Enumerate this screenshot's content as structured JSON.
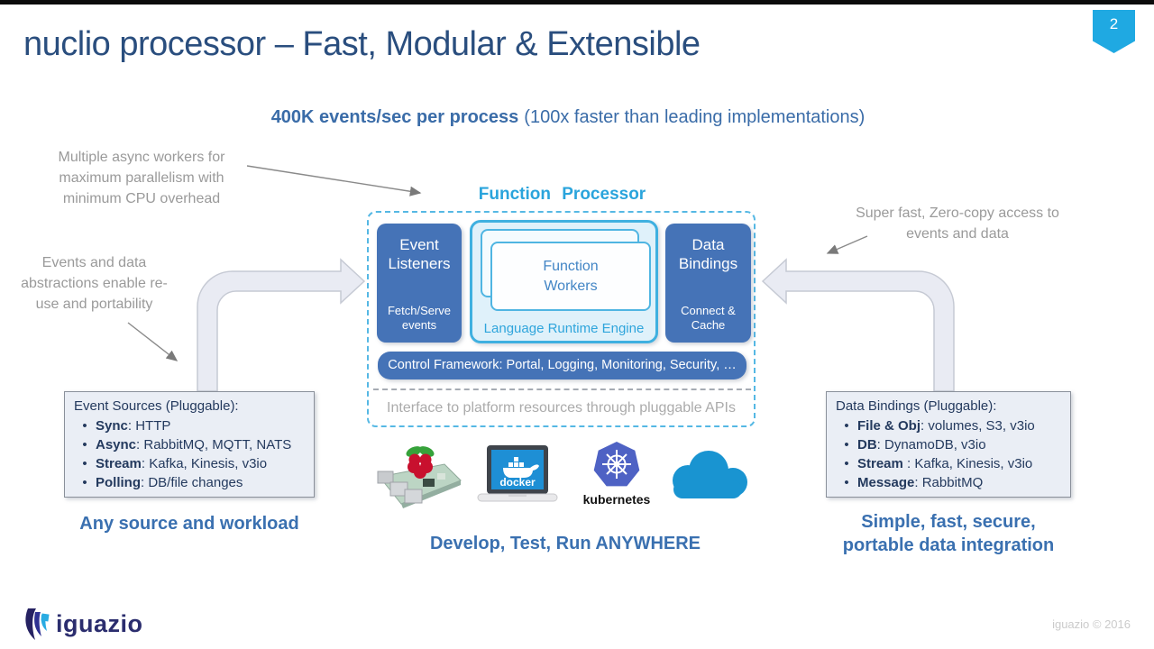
{
  "slide": {
    "page_number": "2",
    "title": "nuclio processor – Fast, Modular & Extensible",
    "subtitle_bold": "400K events/sec per process",
    "subtitle_rest": "(100x faster than leading implementations)",
    "brand_text": "iguazio",
    "copyright": "iguazio © 2016"
  },
  "annotations": {
    "workers": "Multiple async workers for maximum parallelism with minimum CPU overhead",
    "abstractions": "Events and data abstractions enable re-use and portability",
    "zero_copy": "Super fast, Zero-copy access to events and data"
  },
  "processor": {
    "heading": "Function Processor",
    "event_listeners_title": "Event Listeners",
    "event_listeners_sub": "Fetch/Serve events",
    "workers_title": "Function Workers",
    "runtime_label": "Language Runtime Engine",
    "data_bindings_title": "Data Bindings",
    "data_bindings_sub": "Connect & Cache",
    "control_bar": "Control Framework: Portal, Logging, Monitoring, Security, …",
    "interface_note": "Interface to platform resources through pluggable APIs"
  },
  "event_sources": {
    "header": "Event Sources (Pluggable):",
    "items": [
      {
        "label": "Sync",
        "value": ": HTTP"
      },
      {
        "label": "Async",
        "value": ": RabbitMQ, MQTT, NATS"
      },
      {
        "label": "Stream",
        "value": ": Kafka, Kinesis, v3io"
      },
      {
        "label": "Polling",
        "value": ": DB/file changes"
      }
    ],
    "caption": "Any source and workload"
  },
  "data_bindings": {
    "header": "Data Bindings (Pluggable):",
    "items": [
      {
        "label": "File & Obj",
        "value": ": volumes, S3, v3io"
      },
      {
        "label": "DB",
        "value": ": DynamoDB, v3io"
      },
      {
        "label": "Stream",
        "value": " : Kafka, Kinesis, v3io"
      },
      {
        "label": "Message",
        "value": ": RabbitMQ"
      }
    ],
    "caption_line1": "Simple, fast, secure,",
    "caption_line2": "portable data integration"
  },
  "platforms": {
    "kubernetes_label": "kubernetes",
    "docker_label": "docker",
    "caption": "Develop, Test, Run ANYWHERE"
  },
  "colors": {
    "flag_cyan": "#1fa9e2",
    "title_navy": "#2a4e7e",
    "subtitle_blue": "#3a6ca8",
    "box_blue": "#4573b7",
    "processor_cyan": "#2aa4dc",
    "caption_blue": "#3a70b0",
    "annotation_gray": "#9a9a9a",
    "panel_fill": "#eaeef5",
    "cloud_blue": "#1994d1",
    "kubernetes_blue": "#4e62c4",
    "brand_navy": "#2b2d6e"
  }
}
